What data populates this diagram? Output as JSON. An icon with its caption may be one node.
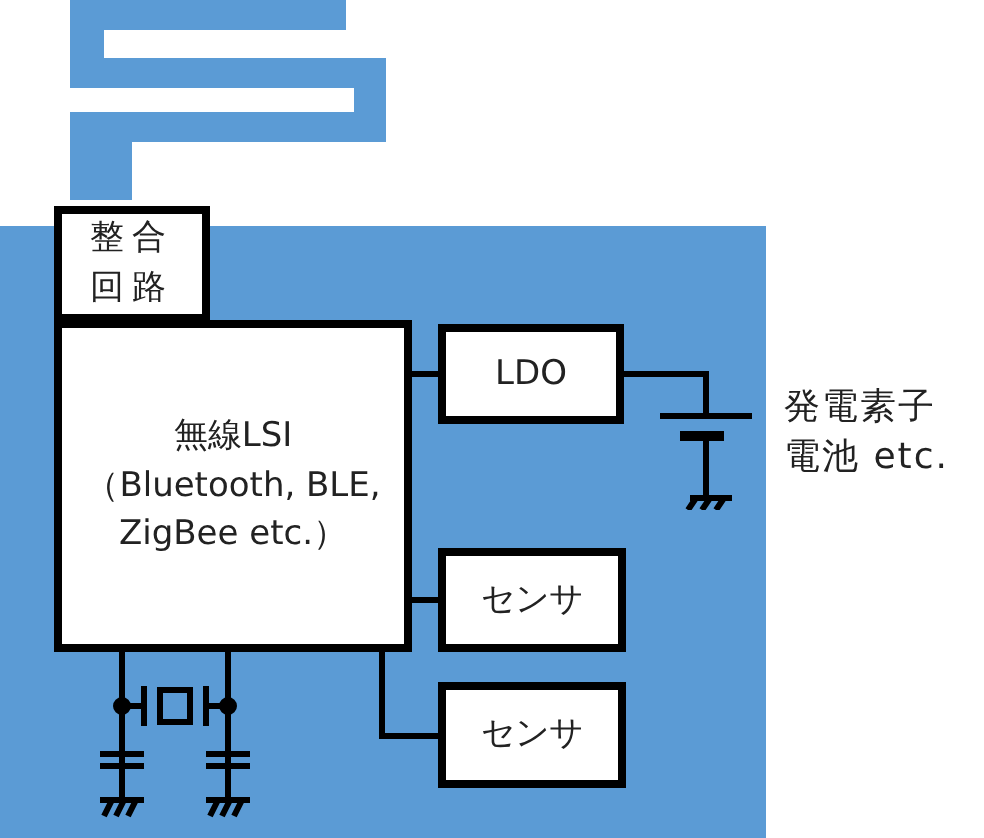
{
  "diagram": {
    "nodes": [
      {
        "text": [
          "整合回路"
        ]
      },
      {
        "text": [
          "無線LSI（Bluetooth, BLE, ZigBee etc.）"
        ]
      },
      {
        "text": [
          "LDO"
        ]
      },
      {
        "text": [
          "センサ"
        ]
      },
      {
        "text": [
          "センサ"
        ]
      },
      {
        "text": [],
        "shape": "battery",
        "beside": [
          "発電素子電池 etc."
        ]
      }
    ],
    "edges": [
      {
        "from": 1,
        "to": 2,
        "arrow": "none"
      },
      {
        "from": 1,
        "to": 3,
        "arrow": "none"
      },
      {
        "from": 1,
        "to": 4,
        "arrow": "none"
      },
      {
        "from": 2,
        "to": 5,
        "arrow": "none"
      }
    ]
  }
}
